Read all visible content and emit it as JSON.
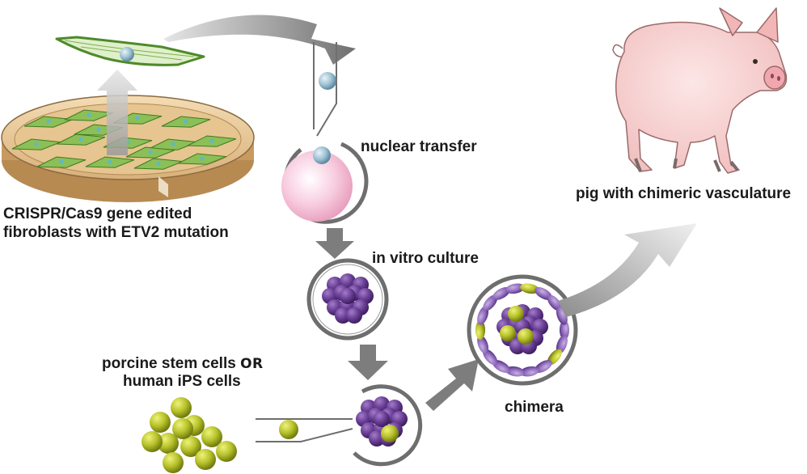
{
  "labels": {
    "fibroblasts_line1": "CRISPR/Cas9 gene edited",
    "fibroblasts_line2": "fibroblasts with ETV2 mutation",
    "nuclear_transfer": "nuclear transfer",
    "in_vitro_culture": "in vitro culture",
    "stem_cells_line1": "porcine stem cells",
    "stem_cells_or": "OR",
    "stem_cells_line2": "human iPS cells",
    "chimera": "chimera",
    "pig": "pig with chimeric vasculature"
  },
  "colors": {
    "dish_rim": "#c8a064",
    "dish_medium": "#e8c89a",
    "fibroblast": "#7fae4a",
    "nucleus": "#5fb8c8",
    "oocyte": "#f4b8d0",
    "embryo_purple": "#6a3f96",
    "stem_cell_yellow": "#b7c22a",
    "arrow_gray": "#7d7d7d",
    "pig_pink": "#f5cccc"
  },
  "icons": [
    "petri-dish-icon",
    "fibroblast-cell-icon",
    "oocyte-icon",
    "embryo-icon",
    "stem-cell-cluster-icon",
    "pig-icon"
  ]
}
